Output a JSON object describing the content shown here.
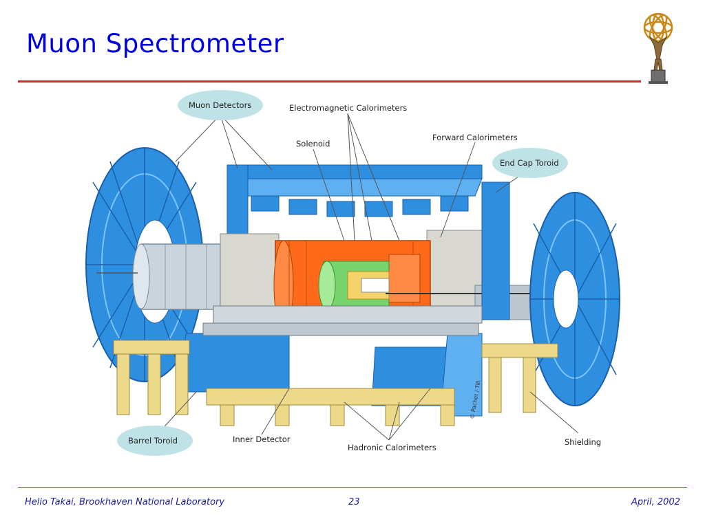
{
  "slide": {
    "title": "Muon Spectrometer"
  },
  "diagram": {
    "labels": {
      "muon_detectors": "Muon Detectors",
      "em_calorimeters": "Electromagnetic Calorimeters",
      "solenoid": "Solenoid",
      "forward_calorimeters": "Forward Calorimeters",
      "end_cap_toroid": "End Cap Toroid",
      "barrel_toroid": "Barrel Toroid",
      "inner_detector": "Inner Detector",
      "hadronic_calorimeters": "Hadronic Calorimeters",
      "shielding": "Shielding"
    },
    "credit": "© Pachet / Till",
    "colors": {
      "toroid_blue": "#2e8fe0",
      "support_yellow": "#ecd98a",
      "calorimeter_orange": "#ff6a1a",
      "inner_green": "#77d36b",
      "label_bubble": "#bfe2e6"
    }
  },
  "footer": {
    "left": "Helio Takai, Brookhaven National Laboratory",
    "page": "23",
    "right": "April, 2002"
  },
  "colors": {
    "title": "#0000e0",
    "rule": "#e02020",
    "footer_text": "#1a1aa0"
  }
}
